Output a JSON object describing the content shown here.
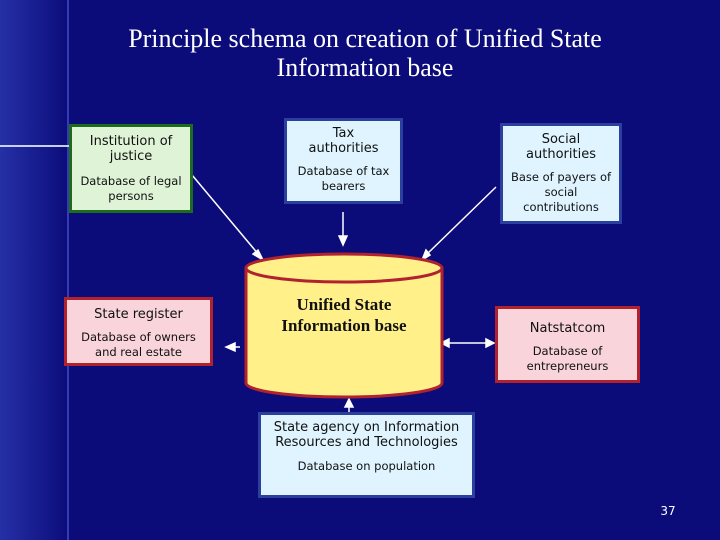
{
  "title_line1": "Principle schema on creation of Unified State",
  "title_line2": "Information base",
  "center": {
    "line1": "Unified State",
    "line2": "Information base"
  },
  "justice": {
    "h1": "Institution of",
    "h2": "justice",
    "s1": "Database of legal",
    "s2": "persons"
  },
  "tax": {
    "h1": "Tax",
    "h2": "authorities",
    "s1": "Database of tax",
    "s2": "bearers"
  },
  "social": {
    "h1": "Social",
    "h2": "authorities",
    "s1": "Base of payers of",
    "s2": "social",
    "s3": "contributions"
  },
  "register": {
    "h1": "State register",
    "s1": "Database of owners",
    "s2": "and real estate"
  },
  "natstat": {
    "h1": "Natstatcom",
    "s1": "Database of",
    "s2": "entrepreneurs"
  },
  "agency": {
    "h1": "State agency on Information",
    "h2": "Resources and Technologies",
    "s1": "Database on population"
  },
  "page_number": "37",
  "colors": {
    "background": "#0b0b7a",
    "cylinder_fill": "#fff08a",
    "cylinder_stroke": "#b0222e",
    "arrow": "#ffffff"
  }
}
